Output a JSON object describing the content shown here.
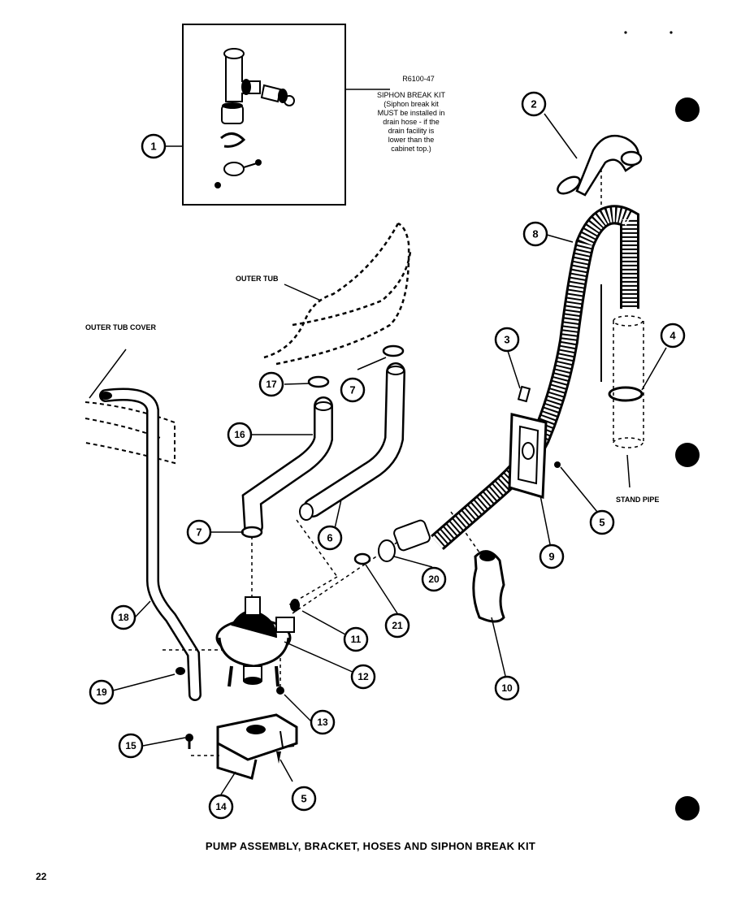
{
  "kit": {
    "part_number": "R6100-47",
    "lines": [
      "SIPHON BREAK KIT",
      "(Siphon break kit",
      "MUST be installed in",
      "drain hose - if the",
      "drain facility is",
      "lower than the",
      "cabinet top.)"
    ]
  },
  "labels": {
    "outer_tub": "OUTER TUB",
    "outer_tub_cover": "OUTER TUB COVER",
    "stand_pipe": "STAND PIPE"
  },
  "callouts": [
    "1",
    "2",
    "3",
    "4",
    "5",
    "5",
    "6",
    "7",
    "7",
    "8",
    "9",
    "10",
    "11",
    "12",
    "13",
    "14",
    "15",
    "16",
    "17",
    "18",
    "19",
    "20",
    "21"
  ],
  "caption": "PUMP ASSEMBLY, BRACKET, HOSES AND SIPHON BREAK KIT",
  "page_number": "22"
}
